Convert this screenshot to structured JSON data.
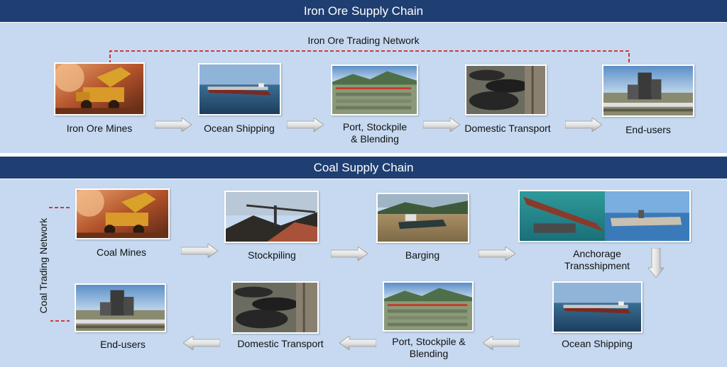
{
  "iron_ore": {
    "title": "Iron Ore Supply Chain",
    "network_label": "Iron Ore Trading Network",
    "steps": [
      {
        "label": "Iron Ore Mines",
        "icon": "mining-truck-photo"
      },
      {
        "label": "Ocean Shipping",
        "icon": "ship-photo"
      },
      {
        "label": "Port, Stockpile\n& Blending",
        "icon": "port-photo"
      },
      {
        "label": "Domestic Transport",
        "icon": "rail-wagons-photo"
      },
      {
        "label": "End-users",
        "icon": "steel-plant-photo"
      }
    ]
  },
  "coal": {
    "title": "Coal Supply Chain",
    "network_label": "Coal Trading Network",
    "top_row": [
      {
        "label": "Coal Mines",
        "icon": "mining-truck-photo"
      },
      {
        "label": "Stockpiling",
        "icon": "stockpile-photo"
      },
      {
        "label": "Barging",
        "icon": "barge-photo"
      },
      {
        "label": "Anchorage\nTransshipment",
        "icon": "transshipment-photo"
      }
    ],
    "bottom_row": [
      {
        "label": "End-users",
        "icon": "steel-plant-photo"
      },
      {
        "label": "Domestic Transport",
        "icon": "rail-wagons-photo"
      },
      {
        "label": "Port, Stockpile &\nBlending",
        "icon": "port-photo"
      },
      {
        "label": "Ocean Shipping",
        "icon": "ship-photo"
      }
    ]
  },
  "colors": {
    "header": "#1f3f73",
    "panel": "#c6d9f0",
    "network_line": "#d62020",
    "arrow_fill": "#f2f2f2"
  }
}
